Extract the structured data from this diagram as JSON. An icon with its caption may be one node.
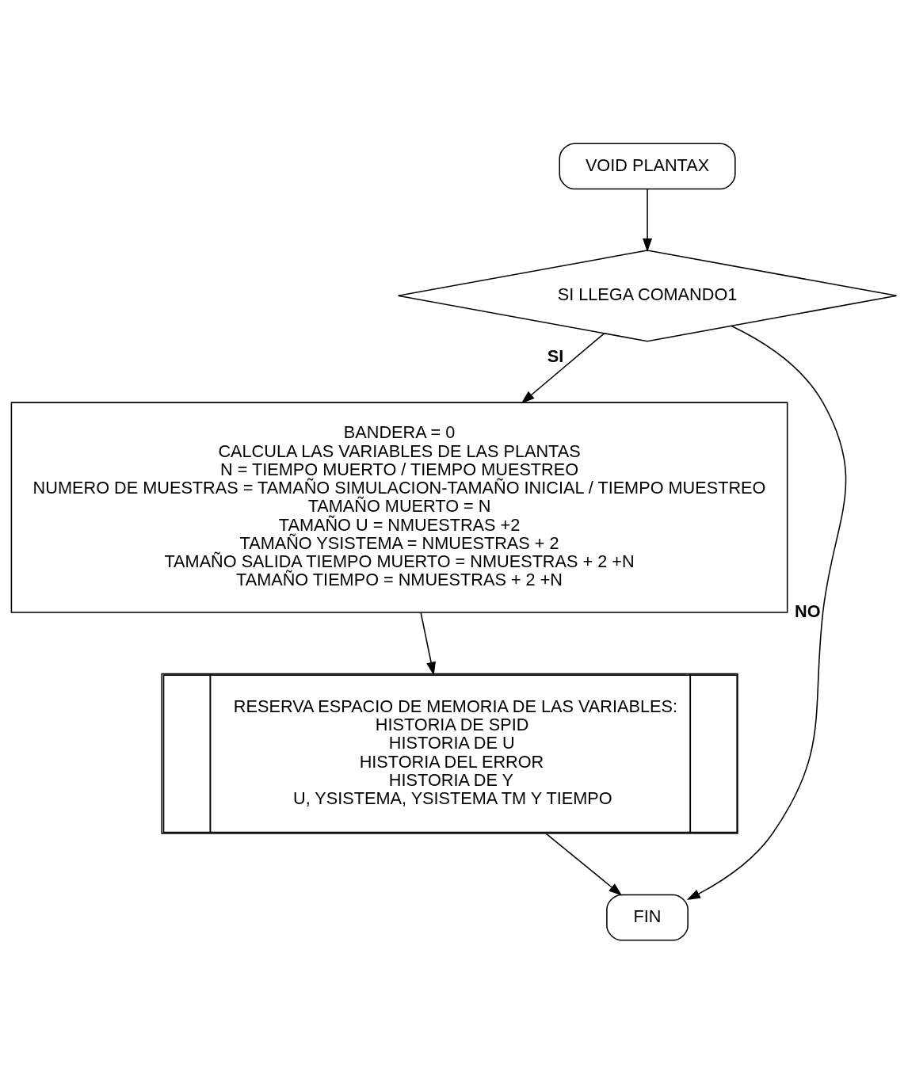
{
  "diagram": {
    "nodes": [
      {
        "text": [
          "VOID PLANTAX"
        ]
      },
      {
        "text": [
          "SI LLEGA COMANDO1"
        ]
      },
      {
        "text": [
          "BANDERA = 0",
          "CALCULA LAS VARIABLES DE LAS PLANTAS",
          "N = TIEMPO MUERTO / TIEMPO MUESTREO",
          "NUMERO DE MUESTRAS = TAMAÑO SIMULACION-TAMAÑO INICIAL / TIEMPO MUESTREO",
          "TAMAÑO MUERTO = N",
          "TAMAÑO U = NMUESTRAS +2",
          "TAMAÑO YSISTEMA = NMUESTRAS + 2",
          "TAMAÑO SALIDA TIEMPO MUERTO = NMUESTRAS + 2 +N",
          "TAMAÑO TIEMPO = NMUESTRAS + 2 +N"
        ]
      },
      {
        "text": [
          "RESERVA ESPACIO DE MEMORIA DE LAS VARIABLES:",
          "HISTORIA DE SPID",
          "HISTORIA DE U",
          "HISTORIA DEL ERROR",
          "HISTORIA DE Y",
          "U, YSISTEMA, YSISTEMA TM Y TIEMPO"
        ]
      },
      {
        "text": [
          "FIN"
        ]
      }
    ],
    "edges": [
      {
        "from": 0,
        "to": 1,
        "arrow": "to"
      },
      {
        "from": 1,
        "to": 2,
        "arrow": "to",
        "label": "SI"
      },
      {
        "from": 2,
        "to": 3,
        "arrow": "to"
      },
      {
        "from": 3,
        "to": 4,
        "arrow": "to"
      },
      {
        "from": 1,
        "to": 4,
        "arrow": "to",
        "label": "NO"
      }
    ]
  }
}
